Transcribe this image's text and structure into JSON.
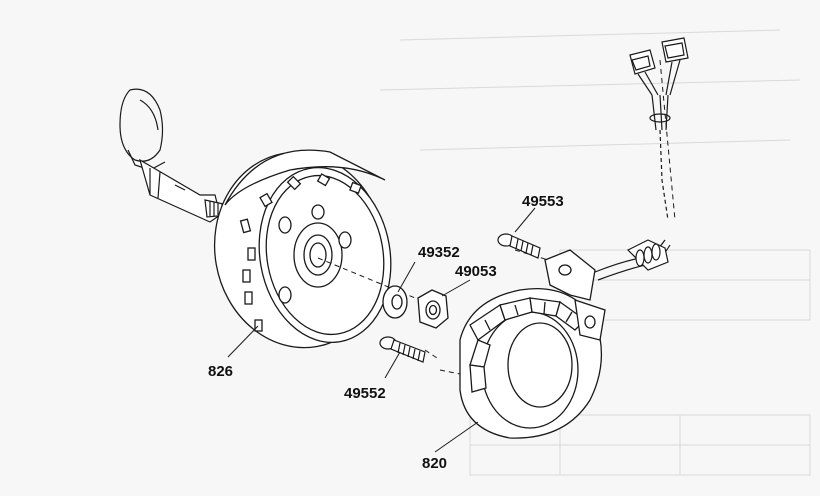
{
  "parts": [
    {
      "id": "p826",
      "number": "826",
      "name": "flywheel-rotor"
    },
    {
      "id": "p49352",
      "number": "49352",
      "name": "washer"
    },
    {
      "id": "p49053",
      "number": "49053",
      "name": "nut"
    },
    {
      "id": "p49553",
      "number": "49553",
      "name": "screw-upper"
    },
    {
      "id": "p49552",
      "number": "49552",
      "name": "screw-lower"
    },
    {
      "id": "p820",
      "number": "820",
      "name": "stator"
    }
  ],
  "colors": {
    "line": "#1a1a1a",
    "paper": "#f7f7f7",
    "faint": "#d9d9d9"
  }
}
